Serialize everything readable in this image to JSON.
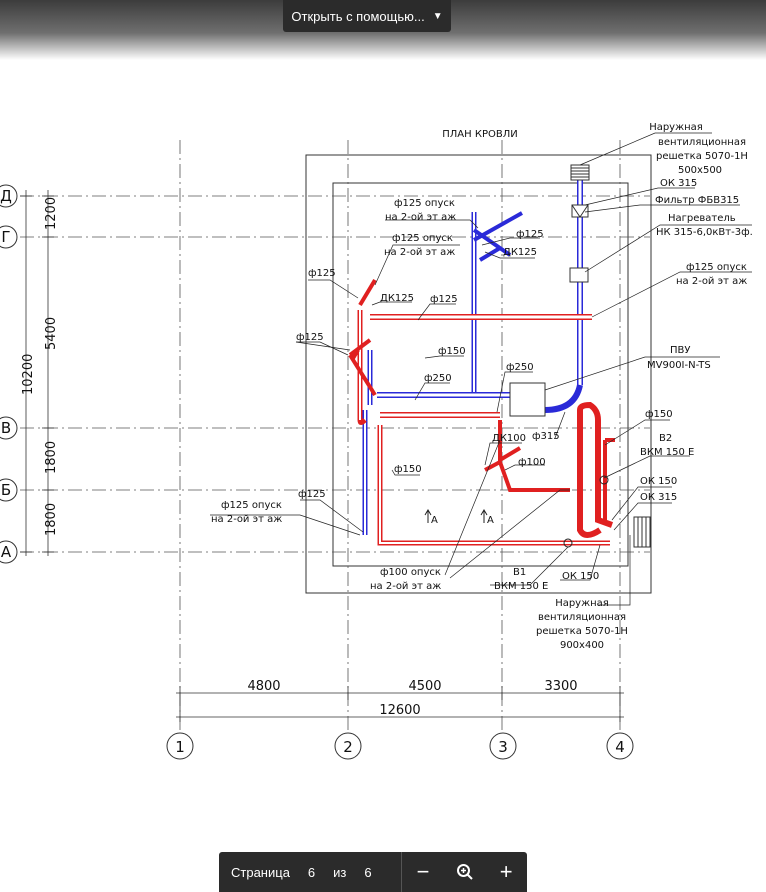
{
  "toolbar": {
    "open_with_label": "Открыть с помощью..."
  },
  "pager": {
    "page_word": "Страница",
    "current": "6",
    "of_word": "из",
    "total": "6"
  },
  "drawing": {
    "title": "ПЛАН КРОВЛИ",
    "axes_rows": [
      "Д",
      "Г",
      "В",
      "Б",
      "А"
    ],
    "axes_cols": [
      "1",
      "2",
      "3",
      "4"
    ],
    "dims_vertical": [
      "1200",
      "5400",
      "10200",
      "1800",
      "1800"
    ],
    "dims_horizontal": [
      "4800",
      "4500",
      "3300",
      "12600"
    ],
    "labels": {
      "grille_top_1": "Наружная",
      "grille_top_2": "вентиляционная",
      "grille_top_3": "решетка 5070-1Н",
      "grille_top_4": "500х500",
      "ok315_top": "ОК 315",
      "filter": "Фильтр ФБВ315",
      "heater_1": "Нагреватель",
      "heater_2": "НК 315-6,0кВт-3ф.",
      "d125_down_r_1": "ф125 опуск",
      "d125_down_r_2": "на 2-ой эт аж",
      "pvu_1": "ПВУ",
      "pvu_2": "MV900I-N-TS",
      "d150_right": "ф150",
      "v2_1": "В2",
      "v2_2": "ВКМ 150 Е",
      "ok150_r": "ОК 150",
      "ok315_r": "ОК 315",
      "grille_bot_1": "Наружная",
      "grille_bot_2": "вентиляционная",
      "grille_bot_3": "решетка 5070-1Н",
      "grille_bot_4": "900х400",
      "ok150_bot": "ОК 150",
      "v1_1": "В1",
      "v1_2": "ВКМ 150 Е",
      "d100_down_1": "ф100 опуск",
      "d100_down_2": "на 2-ой эт аж",
      "d125_down_l_1": "ф125 опуск",
      "d125_down_l_2": "на 2-ой эт аж",
      "d125_bl": "ф125",
      "d150_mid": "ф150",
      "d125_top_1": "ф125 опуск",
      "d125_top_2": "на 2-ой эт аж",
      "d125_top_r": "ф125",
      "dk125_top": "ДК125",
      "d125_down_m_1": "ф125 опуск",
      "d125_down_m_2": "на 2-ой эт аж",
      "d125_l1": "ф125",
      "dk125_l": "ДК125",
      "d125_l2": "ф125",
      "d125_l3": "ф125",
      "d150_top": "ф150",
      "d250_a": "ф250",
      "d250_b": "ф250",
      "d315": "ф315",
      "dk100": "ДК100",
      "d100": "ф100",
      "arrow_a1": "А",
      "arrow_a2": "А"
    }
  },
  "colors": {
    "supply": "#e02020",
    "exhaust": "#2a2ad8",
    "line": "#222222"
  }
}
